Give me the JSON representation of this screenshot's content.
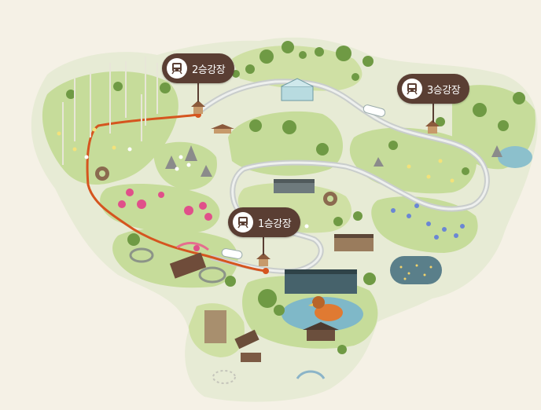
{
  "map": {
    "stations": [
      {
        "id": "stop-1",
        "label": "1승강장"
      },
      {
        "id": "stop-2",
        "label": "2승강장"
      },
      {
        "id": "stop-3",
        "label": "3승강장"
      }
    ],
    "colors": {
      "background": "#f5f1e6",
      "land": "#e6ead4",
      "meadow": "#c5db97",
      "path": "#c8cccc",
      "route": "#d5551f",
      "label": "#5a3e33",
      "water": "#7fb8c8"
    },
    "icons": [
      "train-icon",
      "station-hut-icon",
      "tree-icon",
      "flower-icon",
      "greenhouse-icon",
      "duck-icon",
      "water-wheel-icon",
      "bridge-icon"
    ]
  }
}
